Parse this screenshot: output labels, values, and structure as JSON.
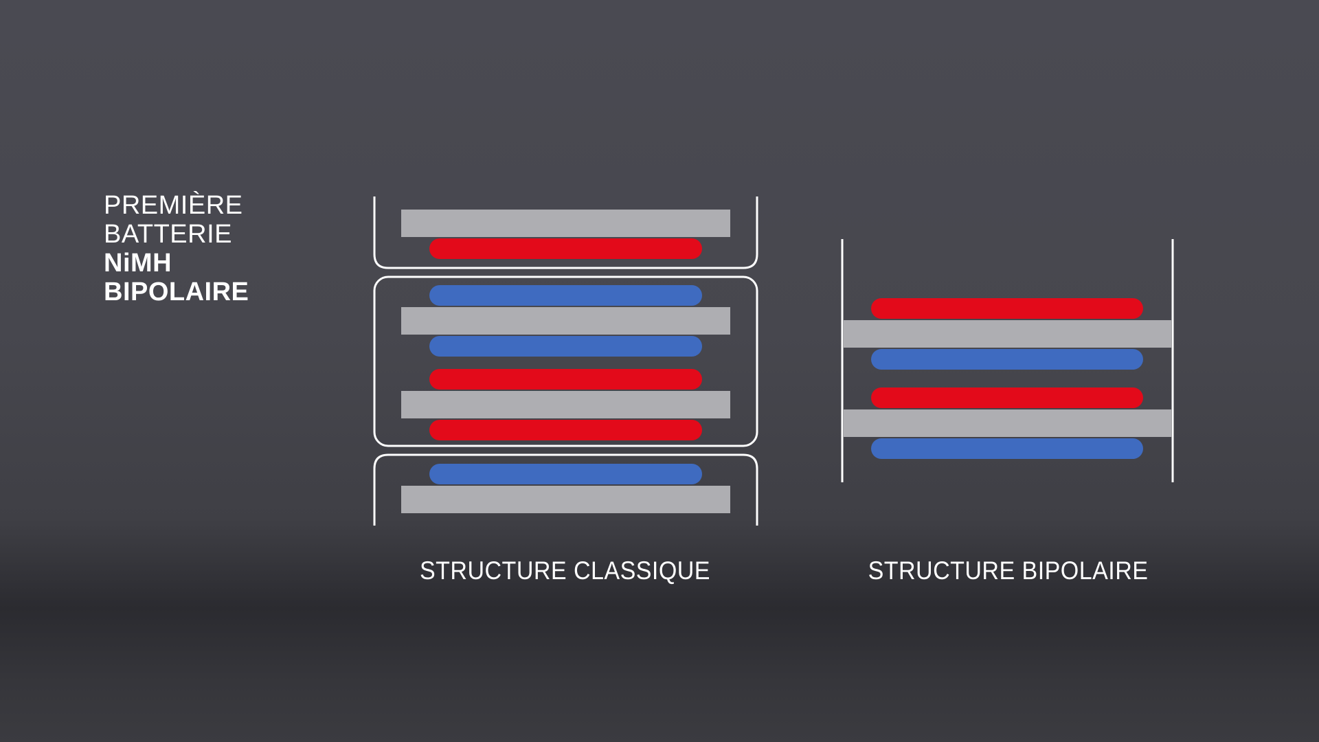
{
  "title": {
    "line1": "PREMIÈRE",
    "line2": "BATTERIE",
    "line3": "NiMH",
    "line4": "BIPOLAIRE"
  },
  "diagram_classic": {
    "caption": "STRUCTURE CLASSIQUE"
  },
  "diagram_bipolar": {
    "caption": "STRUCTURE BIPOLAIRE"
  },
  "colors": {
    "background": "#47474e",
    "collector_gray": "#aeaeb2",
    "positive_red": "#e30a1a",
    "negative_blue": "#3f6bc0",
    "outline_white": "#ffffff"
  }
}
